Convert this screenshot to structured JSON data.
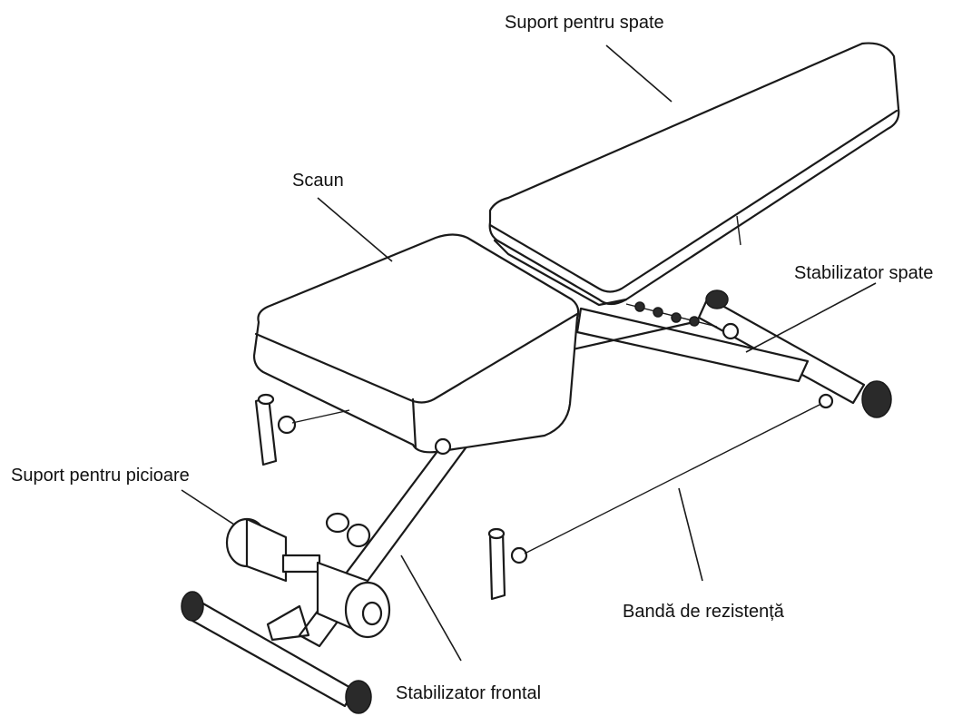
{
  "labels": {
    "back_support": "Suport pentru spate",
    "seat": "Scaun",
    "rear_stabilizer": "Stabilizator spate",
    "leg_support": "Suport pentru picioare",
    "resistance_band": "Bandă de rezistență",
    "front_stabilizer": "Stabilizator frontal"
  }
}
